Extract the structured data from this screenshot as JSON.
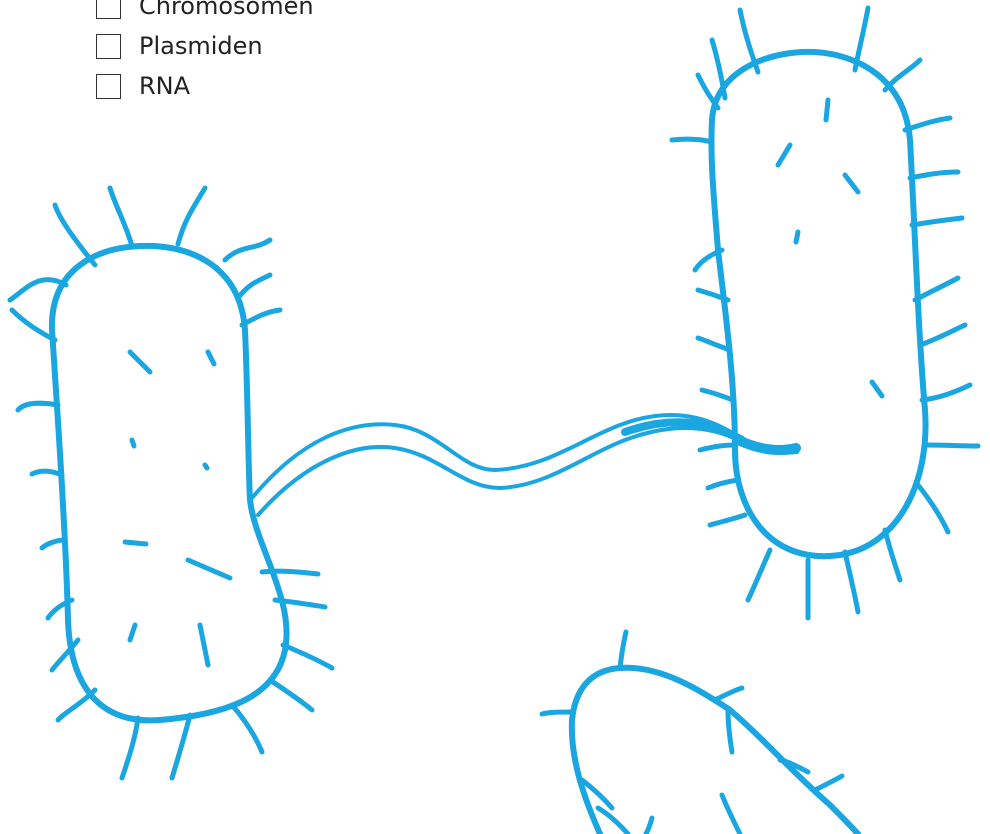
{
  "options": [
    {
      "label": "Chromosomen",
      "checked": false
    },
    {
      "label": "Plasmiden",
      "checked": false
    },
    {
      "label": "RNA",
      "checked": false
    }
  ],
  "colors": {
    "bacteria_stroke": "#1aa6e0",
    "checkbox_border": "#333333",
    "text": "#222222"
  }
}
